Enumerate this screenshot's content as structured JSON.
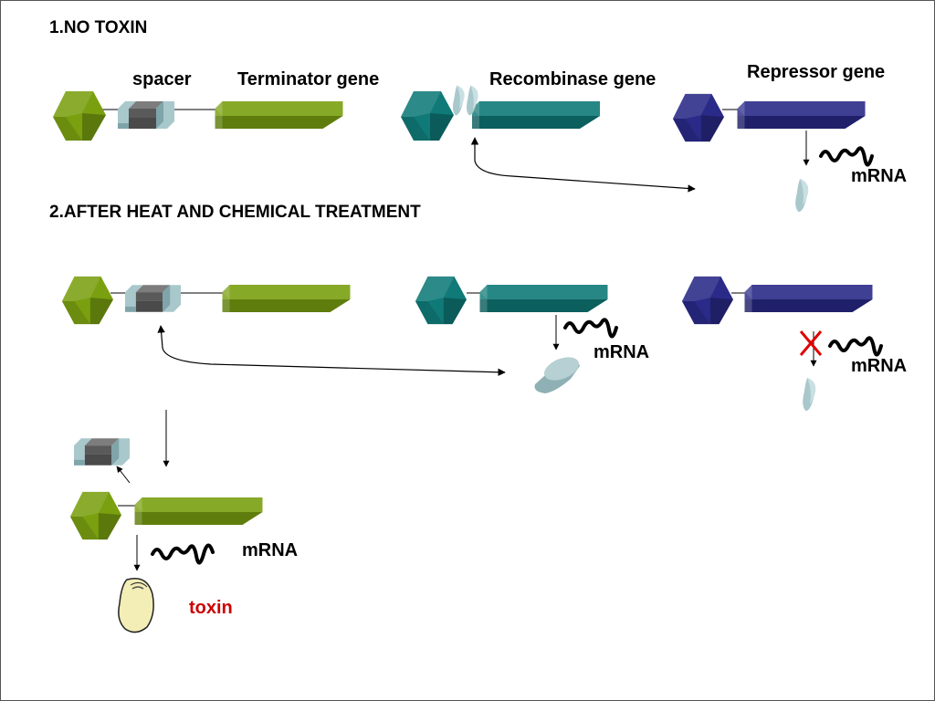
{
  "sections": {
    "no_toxin_title": "1.NO TOXIN",
    "after_treatment_title": "2.AFTER HEAT AND CHEMICAL TREATMENT"
  },
  "genes": {
    "spacer": "spacer",
    "terminator": "Terminator gene",
    "recombinase": "Recombinase gene",
    "repressor": "Repressor gene"
  },
  "labels": {
    "mrna_1": "mRNA",
    "mrna_2": "mRNA",
    "mrna_3": "mRNA",
    "mrna_4": "mRNA",
    "toxin": "toxin"
  },
  "colors": {
    "green_gene": "#7aa010",
    "teal_gene": "#0f7a78",
    "navy_gene": "#2a2a88",
    "spacer_gray": "#606060",
    "protein_blue": "#a9c8cc",
    "seed_yellow": "#f3edb6",
    "block_red": "#e00000",
    "toxin_red": "#cc0000"
  }
}
